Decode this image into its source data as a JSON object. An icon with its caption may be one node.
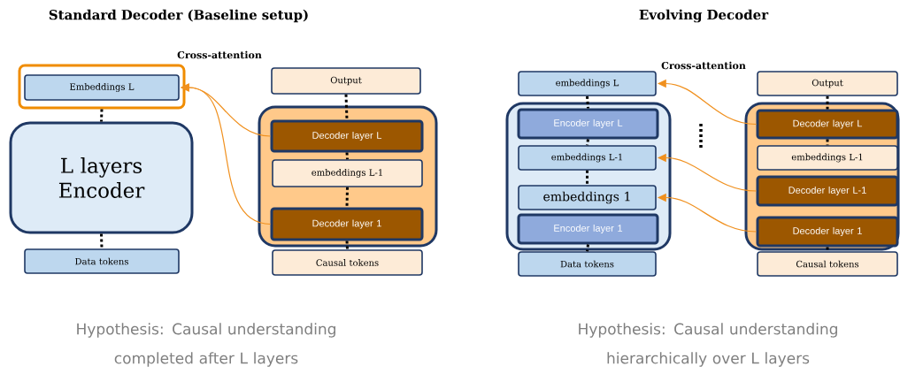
{
  "diagram": {
    "nodes": [
      {
        "text": [],
        "shape": "box"
      },
      {
        "text": [
          "Embeddings L"
        ],
        "in": 0
      },
      {
        "text": [
          "L layers Encoder"
        ]
      },
      {
        "text": [
          "Data tokens"
        ]
      },
      {
        "text": [
          "Output"
        ]
      },
      {
        "text": [],
        "shape": "box"
      },
      {
        "text": [
          "Decoder layer L"
        ],
        "in": 5
      },
      {
        "text": [
          "embeddings L-1"
        ],
        "in": 5
      },
      {
        "text": [
          "Decoder layer 1"
        ],
        "in": 5
      },
      {
        "text": [
          "Causal tokens"
        ]
      },
      {
        "text": [
          "embeddings L"
        ]
      },
      {
        "text": [],
        "shape": "box"
      },
      {
        "text": [
          "Encoder layer L"
        ],
        "in": 11
      },
      {
        "text": [
          "embeddings L-1"
        ],
        "in": 11
      },
      {
        "text": [
          "embeddings 1"
        ],
        "in": 11
      },
      {
        "text": [
          "Encoder layer 1"
        ],
        "in": 11
      },
      {
        "text": [
          "Data tokens"
        ]
      },
      {
        "text": [
          "Output"
        ]
      },
      {
        "text": [],
        "shape": "box"
      },
      {
        "text": [
          "Decoder layer L"
        ],
        "in": 18
      },
      {
        "text": [
          "embeddings L-1"
        ],
        "in": 18
      },
      {
        "text": [
          "Decoder layer L-1"
        ],
        "in": 18
      },
      {
        "text": [
          "Decoder layer 1"
        ],
        "in": 18
      },
      {
        "text": [
          "Causal tokens"
        ]
      }
    ],
    "edges": [
      {
        "from": 0,
        "to": 2,
        "arrow": "none",
        "style": "dashed"
      },
      {
        "from": 2,
        "to": 3,
        "arrow": "none",
        "style": "dashed"
      },
      {
        "from": 4,
        "to": 6,
        "arrow": "none",
        "style": "dashed"
      },
      {
        "from": 6,
        "to": 7,
        "arrow": "none",
        "style": "dashed"
      },
      {
        "from": 7,
        "to": 8,
        "arrow": "none",
        "style": "dashed"
      },
      {
        "from": 8,
        "to": 9,
        "arrow": "none",
        "style": "dashed"
      },
      {
        "from": 6,
        "to": 1,
        "arrow": "to",
        "color": "#f0901e"
      },
      {
        "from": 8,
        "to": 1,
        "arrow": "to",
        "color": "#f0901e"
      },
      {
        "from": 10,
        "to": 12,
        "arrow": "none",
        "style": "dashed"
      },
      {
        "from": 12,
        "to": 13,
        "arrow": "none",
        "style": "dashed"
      },
      {
        "from": 13,
        "to": 14,
        "arrow": "none",
        "style": "dashed"
      },
      {
        "from": 15,
        "to": 16,
        "arrow": "none",
        "style": "dashed"
      },
      {
        "from": 17,
        "to": 19,
        "arrow": "none",
        "style": "dashed"
      },
      {
        "from": 19,
        "to": 20,
        "arrow": "none",
        "style": "dashed"
      },
      {
        "from": 22,
        "to": 23,
        "arrow": "none",
        "style": "dashed"
      },
      {
        "from": 19,
        "to": 10,
        "arrow": "to",
        "color": "#f0901e"
      },
      {
        "from": 21,
        "to": 13,
        "arrow": "to",
        "color": "#f0901e"
      },
      {
        "from": 22,
        "to": 14,
        "arrow": "to",
        "color": "#f0901e"
      }
    ],
    "labels": [
      "Standard Decoder (Baseline setup)",
      "Evolving Decoder",
      "Cross-attention",
      "Cross-attention",
      "Hypothesis: Causal understanding completed after L layers",
      "Hypothesis: Causal understanding hierarchically over L layers"
    ]
  }
}
